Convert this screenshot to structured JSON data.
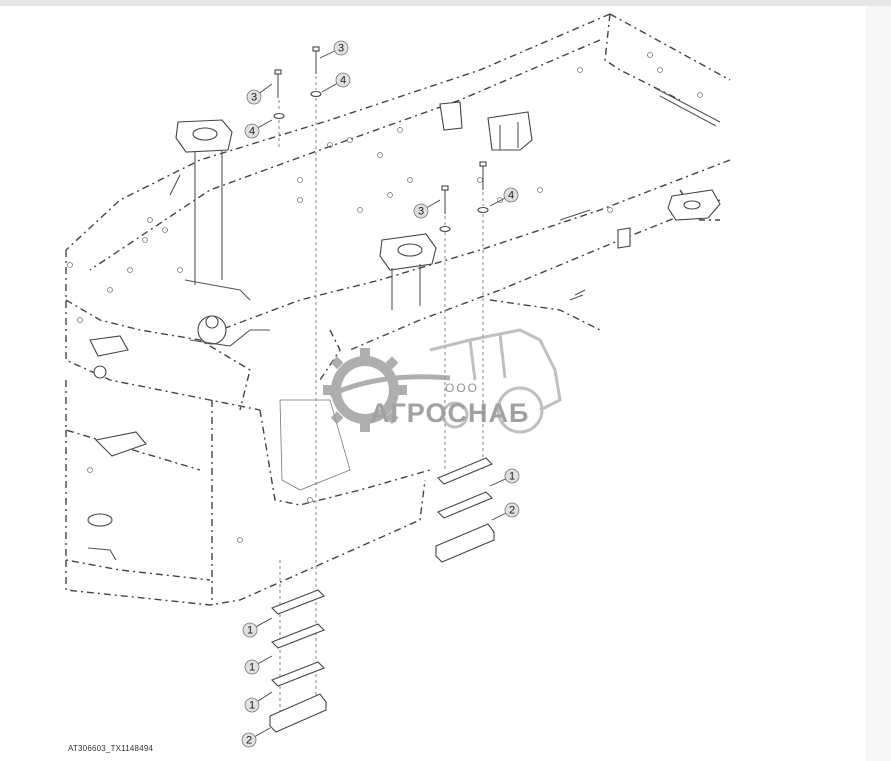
{
  "figure_id": "AT306603_TX1148494",
  "watermark": {
    "prefix": "ООО",
    "brand": "АГРОСНАБ",
    "color": "#8a8a8a"
  },
  "callouts": [
    {
      "label": "3"
    },
    {
      "label": "4"
    },
    {
      "label": "3"
    },
    {
      "label": "4"
    },
    {
      "label": "3"
    },
    {
      "label": "4"
    },
    {
      "label": "1"
    },
    {
      "label": "2"
    },
    {
      "label": "1"
    },
    {
      "label": "1"
    },
    {
      "label": "1"
    },
    {
      "label": "2"
    }
  ],
  "colors": {
    "line": "#444444",
    "background": "#ffffff",
    "callout_fill": "#e0e0e0"
  }
}
